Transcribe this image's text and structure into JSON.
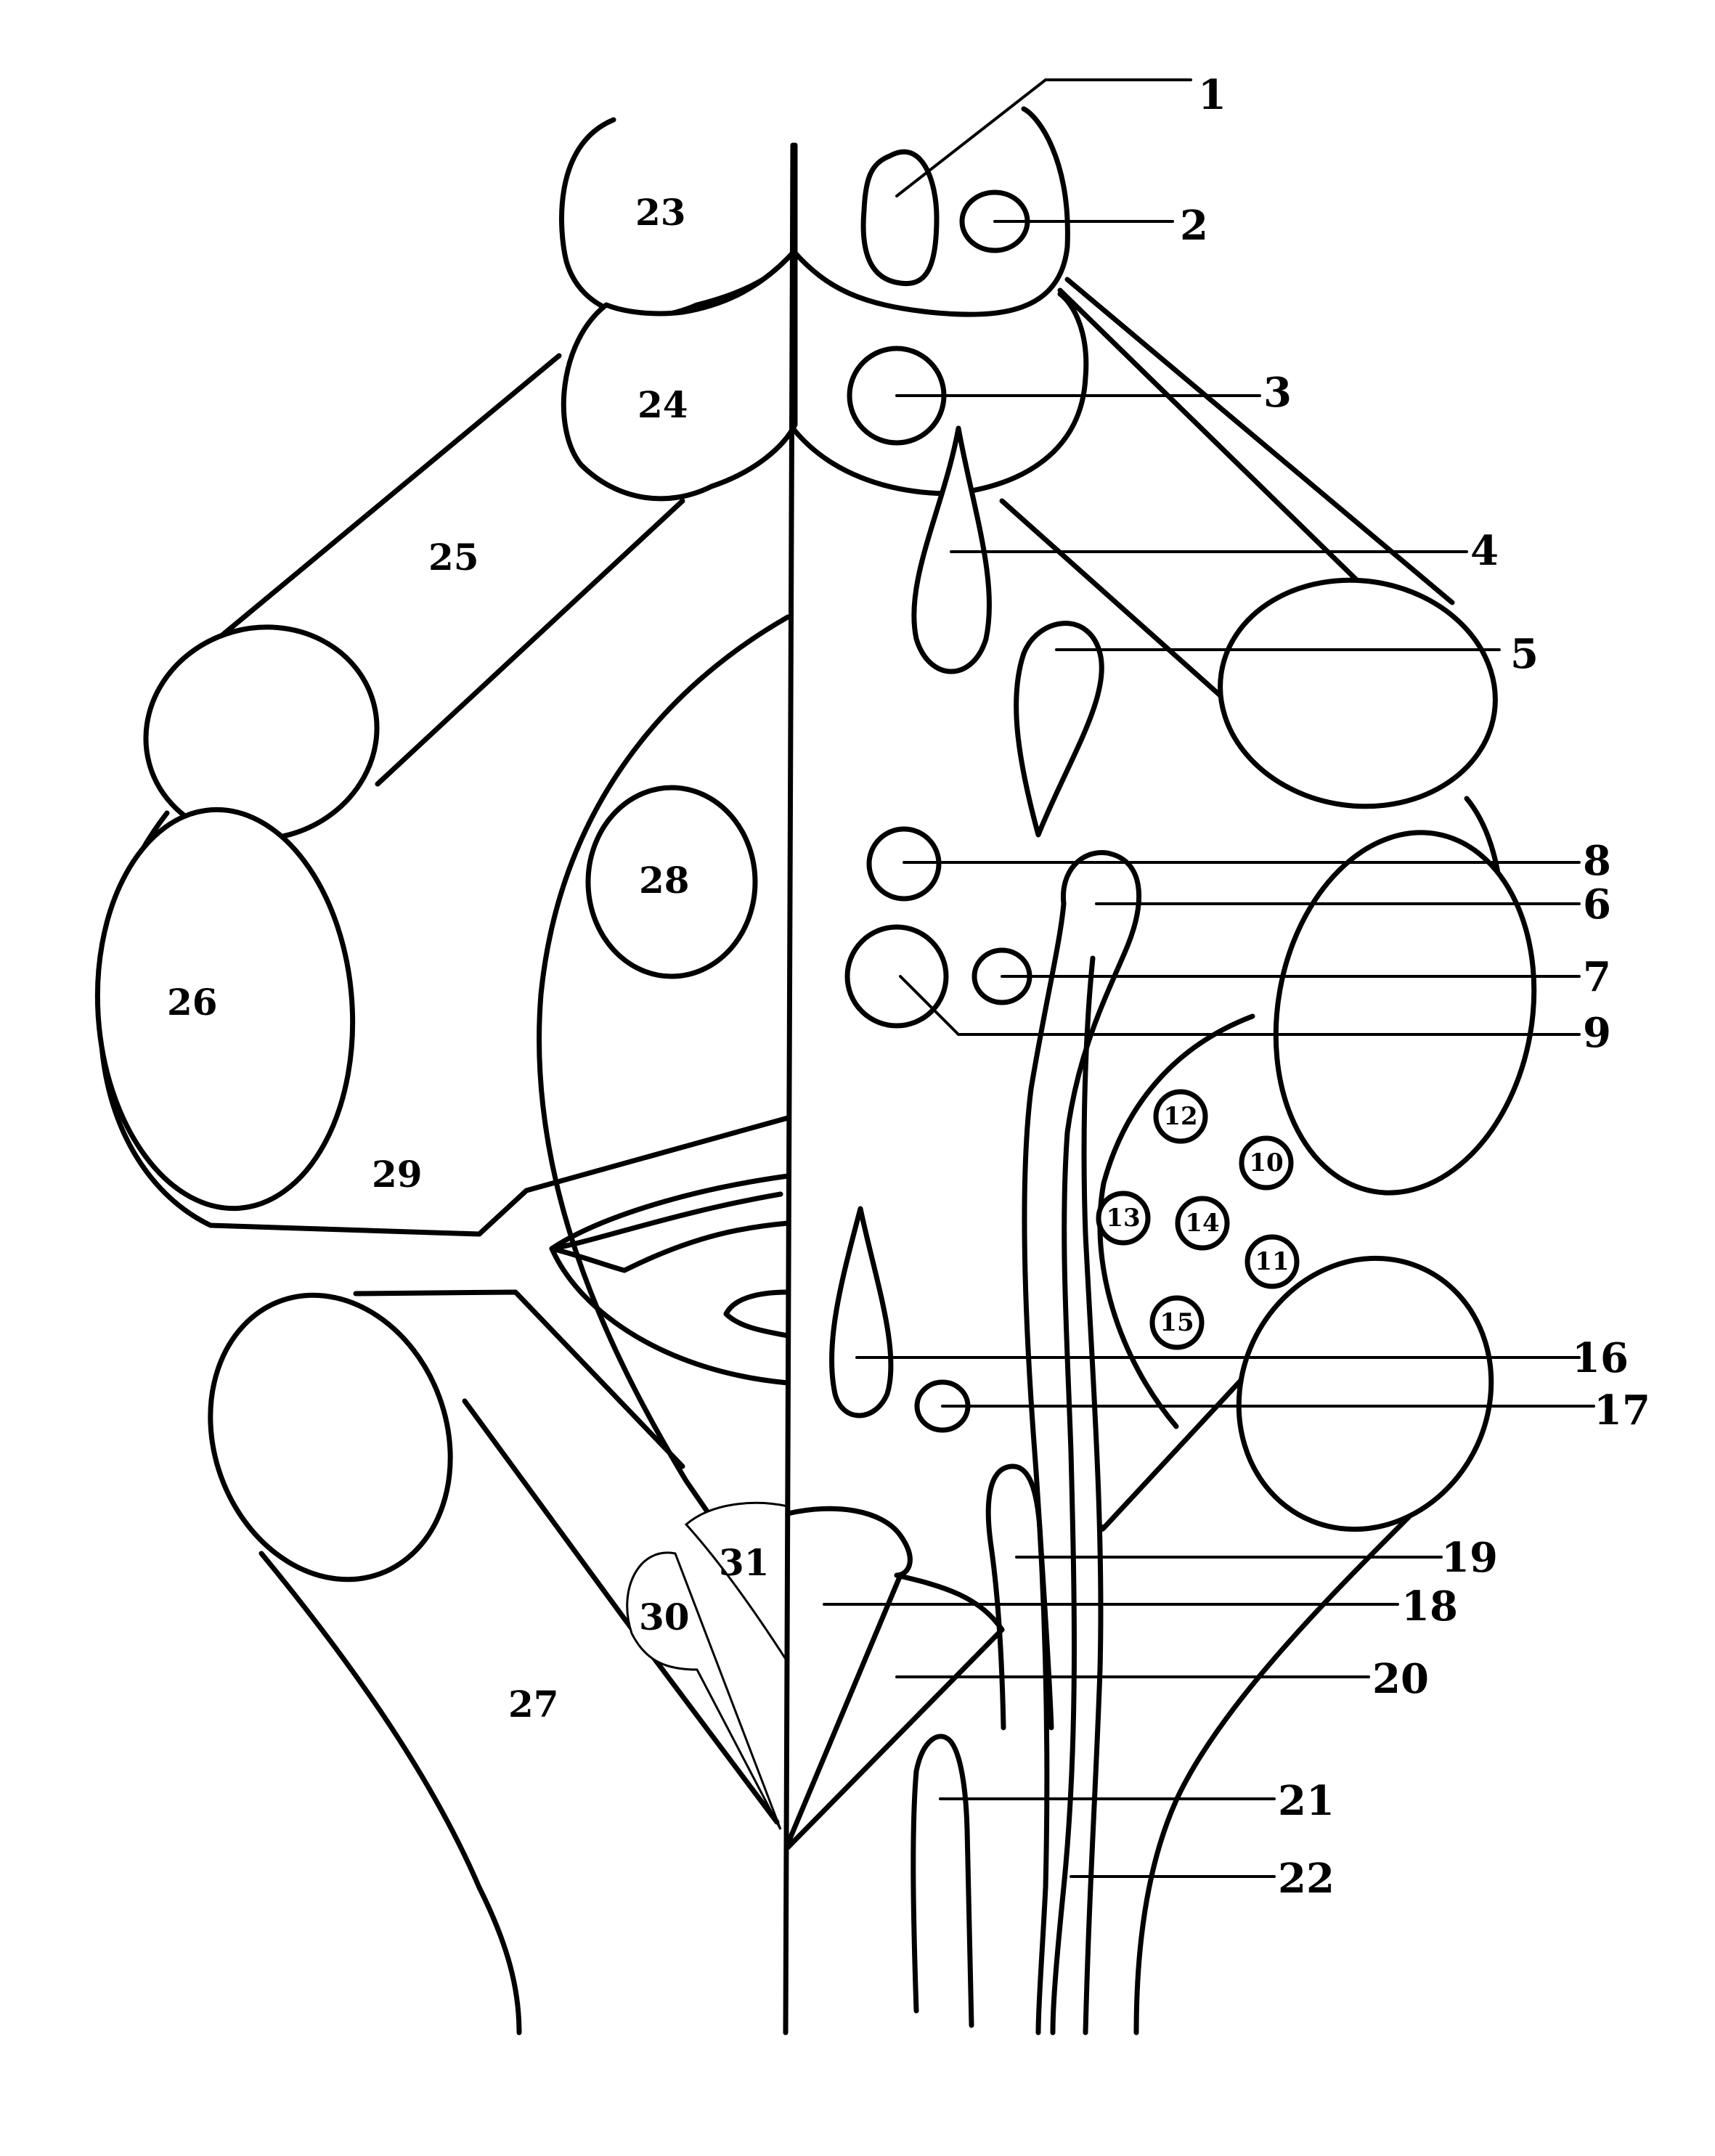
{
  "labels": {
    "n1": "1",
    "n2": "2",
    "n3": "3",
    "n4": "4",
    "n5": "5",
    "n6": "6",
    "n7": "7",
    "n8": "8",
    "n9": "9",
    "n10": "10",
    "n11": "11",
    "n12": "12",
    "n13": "13",
    "n14": "14",
    "n15": "15",
    "n16": "16",
    "n17": "17",
    "n18": "18",
    "n19": "19",
    "n20": "20",
    "n21": "21",
    "n22": "22",
    "n23": "23",
    "n24": "24",
    "n25": "25",
    "n26": "26",
    "n27": "27",
    "n28": "28",
    "n29": "29",
    "n30": "30",
    "n31": "31"
  },
  "colors": {
    "ink": "#000000",
    "paper": "#ffffff"
  }
}
